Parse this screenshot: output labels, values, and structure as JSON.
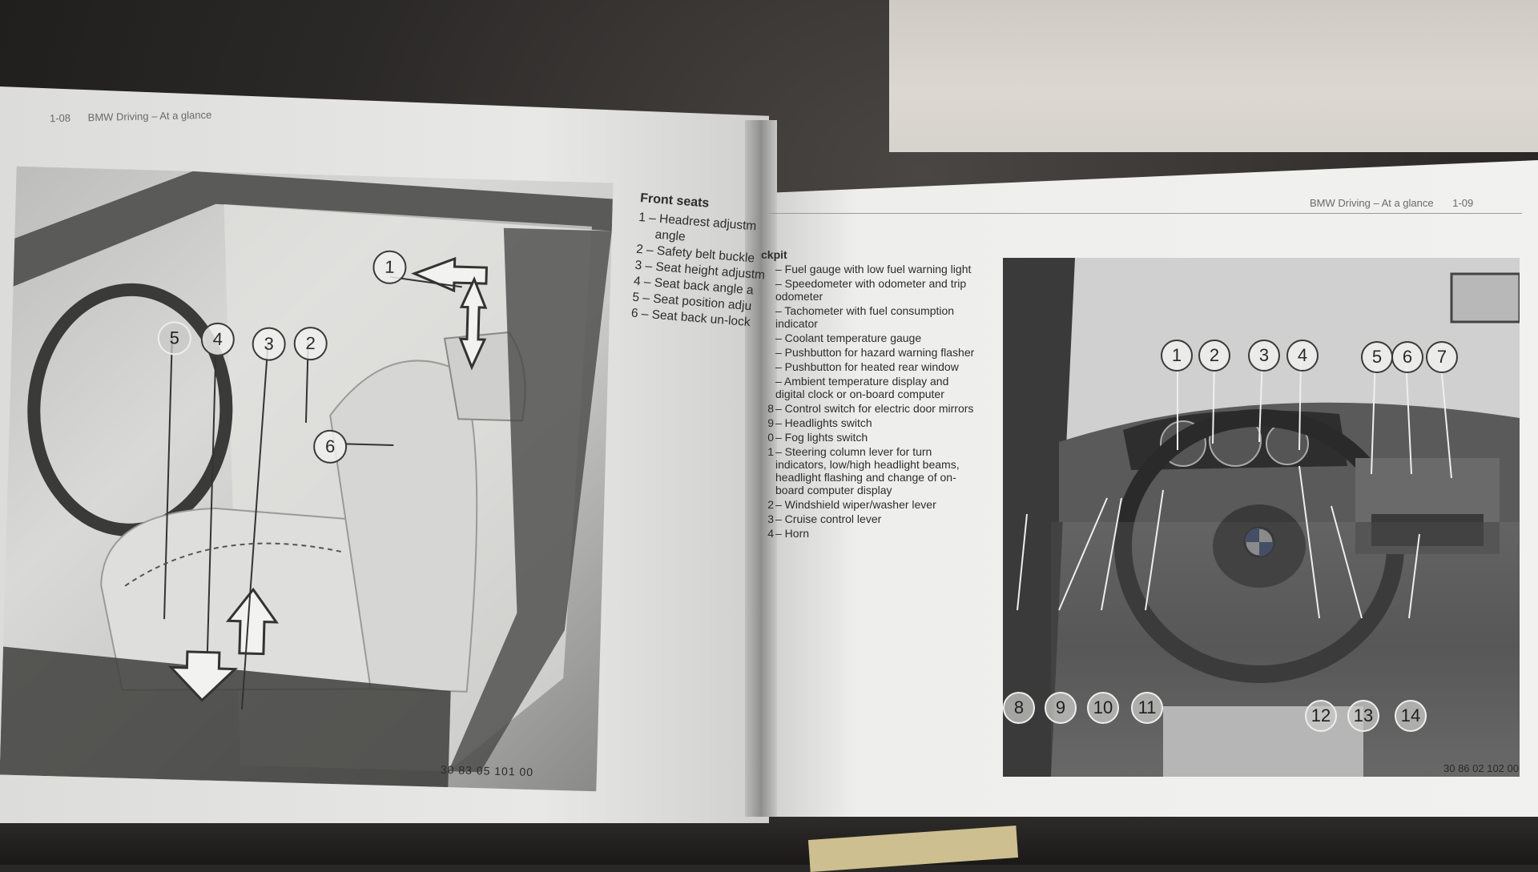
{
  "left_page": {
    "header": {
      "page": "1-08",
      "title": "BMW Driving – At a glance"
    },
    "photo_code": "30 83 05 101 00",
    "callouts": [
      "1",
      "2",
      "3",
      "4",
      "5",
      "6"
    ],
    "front_seats": {
      "title": "Front seats",
      "items": [
        "1 – Headrest adjustm",
        "angle",
        "2 – Safety belt buckle",
        "3 – Seat height adjustm",
        "4 – Seat back angle a",
        "5 – Seat position adju",
        "6 – Seat back un-lock"
      ]
    }
  },
  "right_page": {
    "header": {
      "title": "BMW Driving – At a glance",
      "page": "1-09"
    },
    "photo_code": "30 86 02 102 00",
    "callouts": [
      "1",
      "2",
      "3",
      "4",
      "5",
      "6",
      "7",
      "8",
      "9",
      "10",
      "11",
      "12",
      "13",
      "14"
    ],
    "cockpit": {
      "title": "ckpit",
      "items": [
        {
          "num": "",
          "text": "– Fuel gauge with low fuel warning light"
        },
        {
          "num": "",
          "text": "– Speedometer with odometer and trip odometer"
        },
        {
          "num": "",
          "text": "– Tachometer with fuel consumption indicator"
        },
        {
          "num": "",
          "text": "– Coolant temperature gauge"
        },
        {
          "num": "",
          "text": "– Pushbutton for hazard warning flasher"
        },
        {
          "num": "",
          "text": "– Pushbutton for heated rear window"
        },
        {
          "num": "",
          "text": "– Ambient temperature display and digital clock or on-board computer"
        },
        {
          "num": "8",
          "text": "– Control switch for electric door mirrors"
        },
        {
          "num": "9",
          "text": "– Headlights switch"
        },
        {
          "num": "0",
          "text": "– Fog lights switch"
        },
        {
          "num": "1",
          "text": "– Steering column lever for turn indicators, low/high headlight beams, headlight flashing and change of on-board computer display"
        },
        {
          "num": "2",
          "text": "– Windshield wiper/washer lever"
        },
        {
          "num": "3",
          "text": "– Cruise control lever"
        },
        {
          "num": "4",
          "text": "– Horn"
        }
      ]
    }
  }
}
